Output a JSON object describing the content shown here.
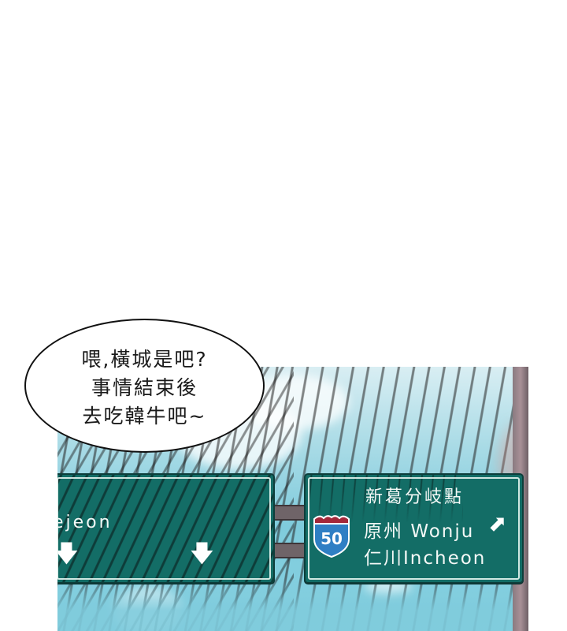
{
  "scene": {
    "description": "Webtoon panel: speech bubble over highway signs with speed lines and blue sky",
    "colors": {
      "sky": "#86d2e2",
      "sign_green": "#136d66",
      "sign_text": "#f4f8f6",
      "shield_blue": "#2f7fc4",
      "shield_red": "#a3283a",
      "pole": "#8a7a80"
    }
  },
  "speech_bubble": {
    "lines": [
      "喂,橫城是吧?",
      "事情結束後",
      "去吃韓牛吧~"
    ]
  },
  "sign_left": {
    "city_partial": "ejeon",
    "arrows": [
      "arrow-down-icon",
      "arrow-down-icon"
    ]
  },
  "sign_right": {
    "junction": "新葛分岐點",
    "route_number": "50",
    "destinations": [
      {
        "korean": "原州",
        "english": "Wonju",
        "arrow": "arrow-up-right-icon"
      },
      {
        "korean": "仁川",
        "english": "Incheon"
      }
    ]
  }
}
